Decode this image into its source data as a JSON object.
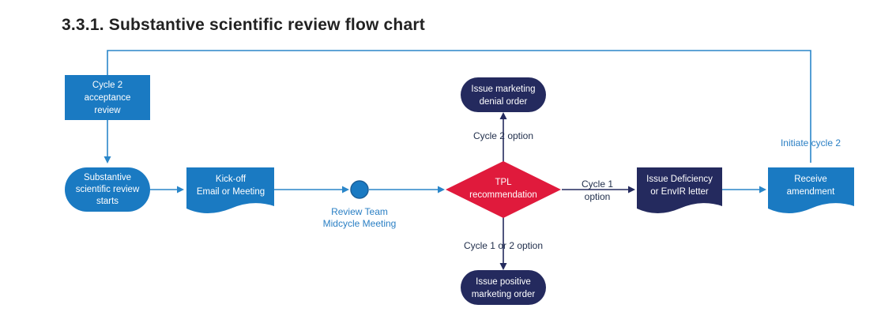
{
  "title": "3.3.1. Substantive scientific review flow chart",
  "colors": {
    "blue": "#1a7ac2",
    "navy": "#242a5e",
    "red": "#e01a3c",
    "line": "#2a86c9",
    "dark_text": "#1f2d4a"
  },
  "nodes": {
    "cycle2_acceptance": [
      "Cycle 2",
      "acceptance",
      "review"
    ],
    "review_starts": [
      "Substantive",
      "scientific review",
      "starts"
    ],
    "kickoff": [
      "Kick-off",
      "Email or Meeting"
    ],
    "midcycle": [
      "Review Team",
      "Midcycle Meeting"
    ],
    "tpl": [
      "TPL",
      "recommendation"
    ],
    "denial": [
      "Issue marketing",
      "denial order"
    ],
    "positive": [
      "Issue positive",
      "marketing order"
    ],
    "deficiency": [
      "Issue Deficiency",
      "or EnvIR letter"
    ],
    "receive_amendment": [
      "Receive",
      "amendment"
    ]
  },
  "edge_labels": {
    "cycle2_option": "Cycle 2 option",
    "cycle12_option": "Cycle 1 or 2 option",
    "cycle1_option": [
      "Cycle 1",
      "option"
    ],
    "initiate_cycle2": "Initiate cycle 2"
  }
}
